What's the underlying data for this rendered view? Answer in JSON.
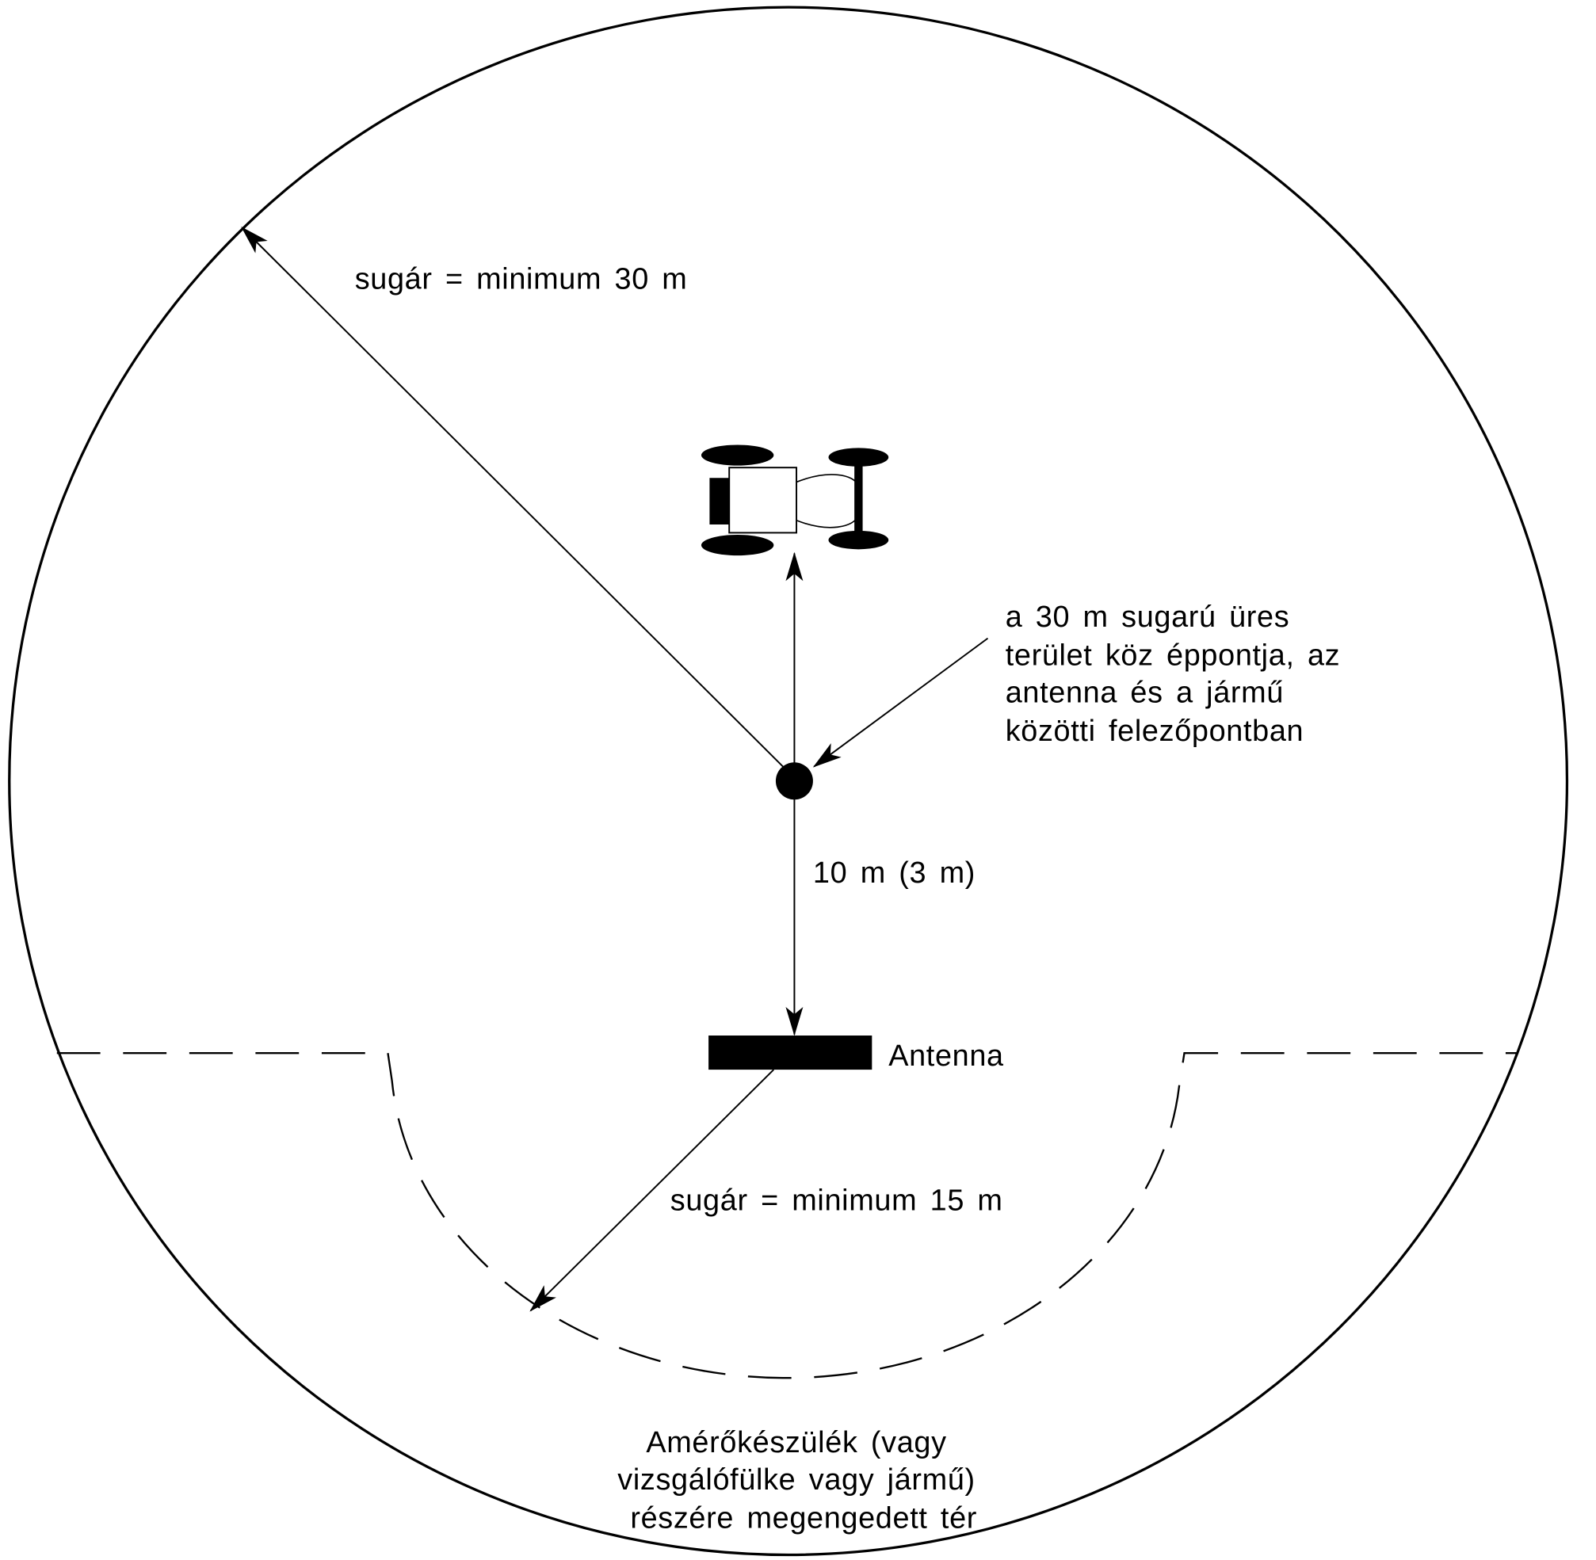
{
  "labels": {
    "radius_30": "sugár = minimum 30 m",
    "midpoint_note": [
      "a 30 m sugarú üres",
      "terület köz éppontja, az",
      "antenna és a jármű",
      "közötti felezőpontban"
    ],
    "distance": "10 m (3 m)",
    "antenna": "Antenna",
    "radius_15": "sugár = minimum 15 m",
    "permitted_area": [
      "Amérőkészülék (vagy",
      "vizsgálófülke vagy jármű)",
      "részére megengedett tér"
    ]
  },
  "colors": {
    "ink": "#000000",
    "background": "#ffffff"
  }
}
